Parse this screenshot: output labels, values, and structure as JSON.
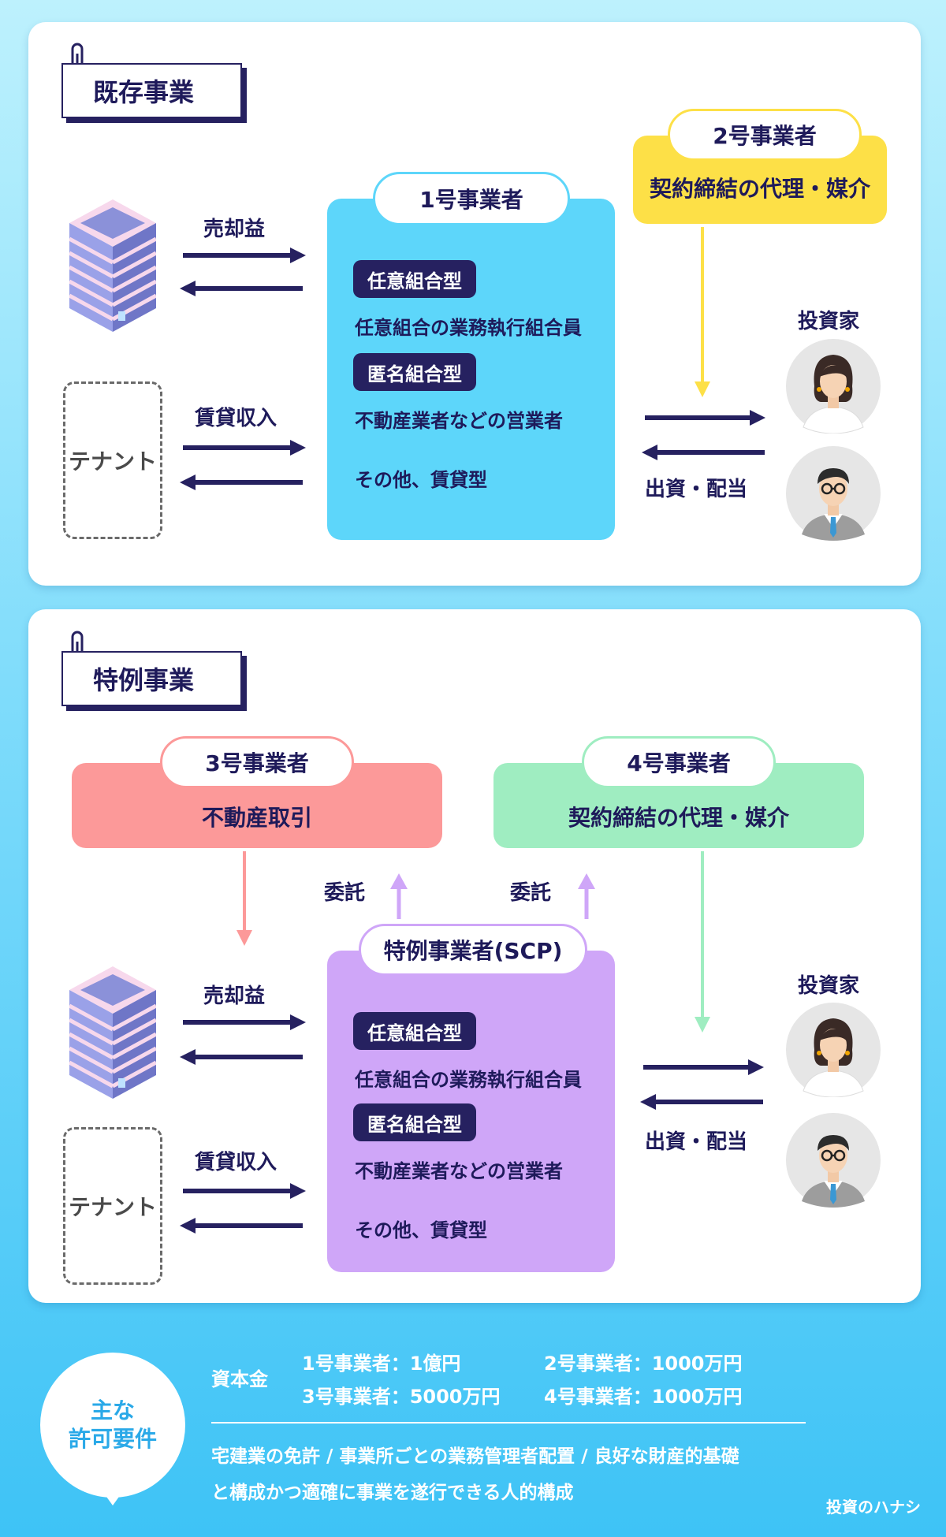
{
  "existing": {
    "title": "既存事業",
    "op1": {
      "pill": "1号事業者",
      "chip1": "任意組合型",
      "text1": "任意組合の業務執行組合員",
      "chip2": "匿名組合型",
      "text2": "不動産業者などの営業者",
      "text3": "その他、賃貸型"
    },
    "op2": {
      "pill": "2号事業者",
      "body": "契約締結の代理・媒介"
    },
    "sale_label": "売却益",
    "rent_label": "賃貸収入",
    "tenant": "テナント",
    "investor_label": "投資家",
    "invest_label": "出資・配当"
  },
  "special": {
    "title": "特例事業",
    "op3": {
      "pill": "3号事業者",
      "body": "不動産取引"
    },
    "op4": {
      "pill": "4号事業者",
      "body": "契約締結の代理・媒介"
    },
    "consign_left": "委託",
    "consign_right": "委託",
    "scp": {
      "pill": "特例事業者(SCP)",
      "chip1": "任意組合型",
      "text1": "任意組合の業務執行組合員",
      "chip2": "匿名組合型",
      "text2": "不動産業者などの営業者",
      "text3": "その他、賃貸型"
    },
    "sale_label": "売却益",
    "rent_label": "賃貸収入",
    "tenant": "テナント",
    "investor_label": "投資家",
    "invest_label": "出資・配当"
  },
  "requirements": {
    "bubble_line1": "主な",
    "bubble_line2": "許可要件",
    "capital_label": "資本金",
    "cap1": "1号事業者：1億円",
    "cap2": "2号事業者：1000万円",
    "cap3": "3号事業者：5000万円",
    "cap4": "4号事業者：1000万円",
    "note1": "宅建業の免許 / 事業所ごとの業務管理者配置 / 良好な財産的基礎",
    "note2": "と構成かつ適確に事業を遂行できる人的構成"
  },
  "brand": "投資のハナシ",
  "colors": {
    "navy": "#262160",
    "op1_blue": "#5dd6fa",
    "op2_yellow": "#fde047",
    "op3_red": "#fc9999",
    "op4_green": "#9fedc1",
    "scp_purple": "#cfa6f8"
  }
}
